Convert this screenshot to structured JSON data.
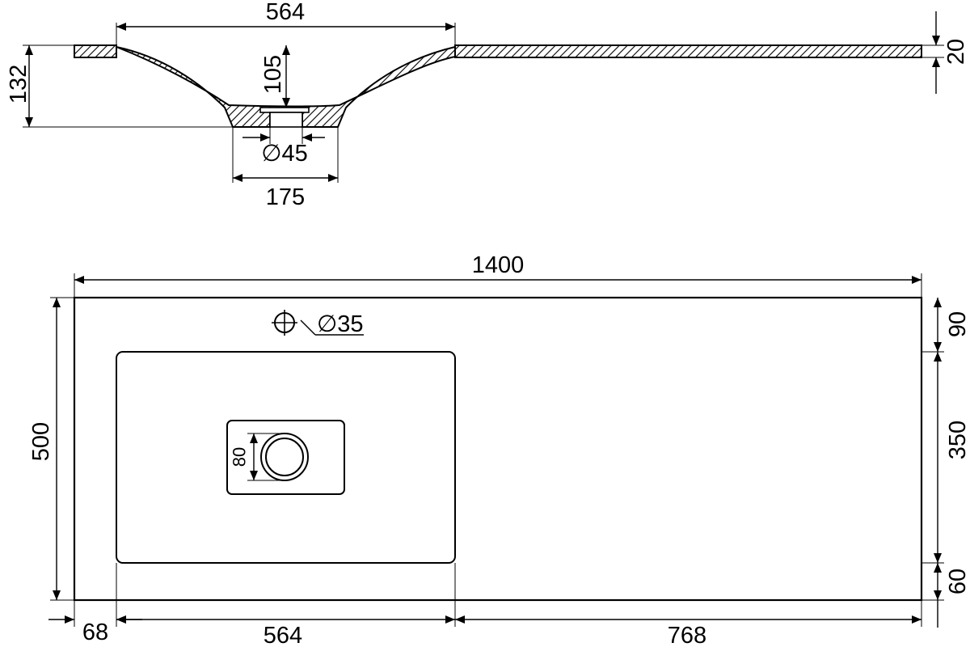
{
  "section_view": {
    "bowl_width": "564",
    "total_height": "132",
    "bowl_depth": "105",
    "slab_thickness": "20",
    "drain_diameter": "∅45",
    "bottom_width": "175"
  },
  "plan_view": {
    "total_length": "1400",
    "total_depth": "500",
    "tap_hole": "∅35",
    "back_margin": "90",
    "bowl_depth": "350",
    "front_margin": "60",
    "drain_size": "80",
    "left_margin": "68",
    "bowl_width": "564",
    "right_length": "768"
  }
}
